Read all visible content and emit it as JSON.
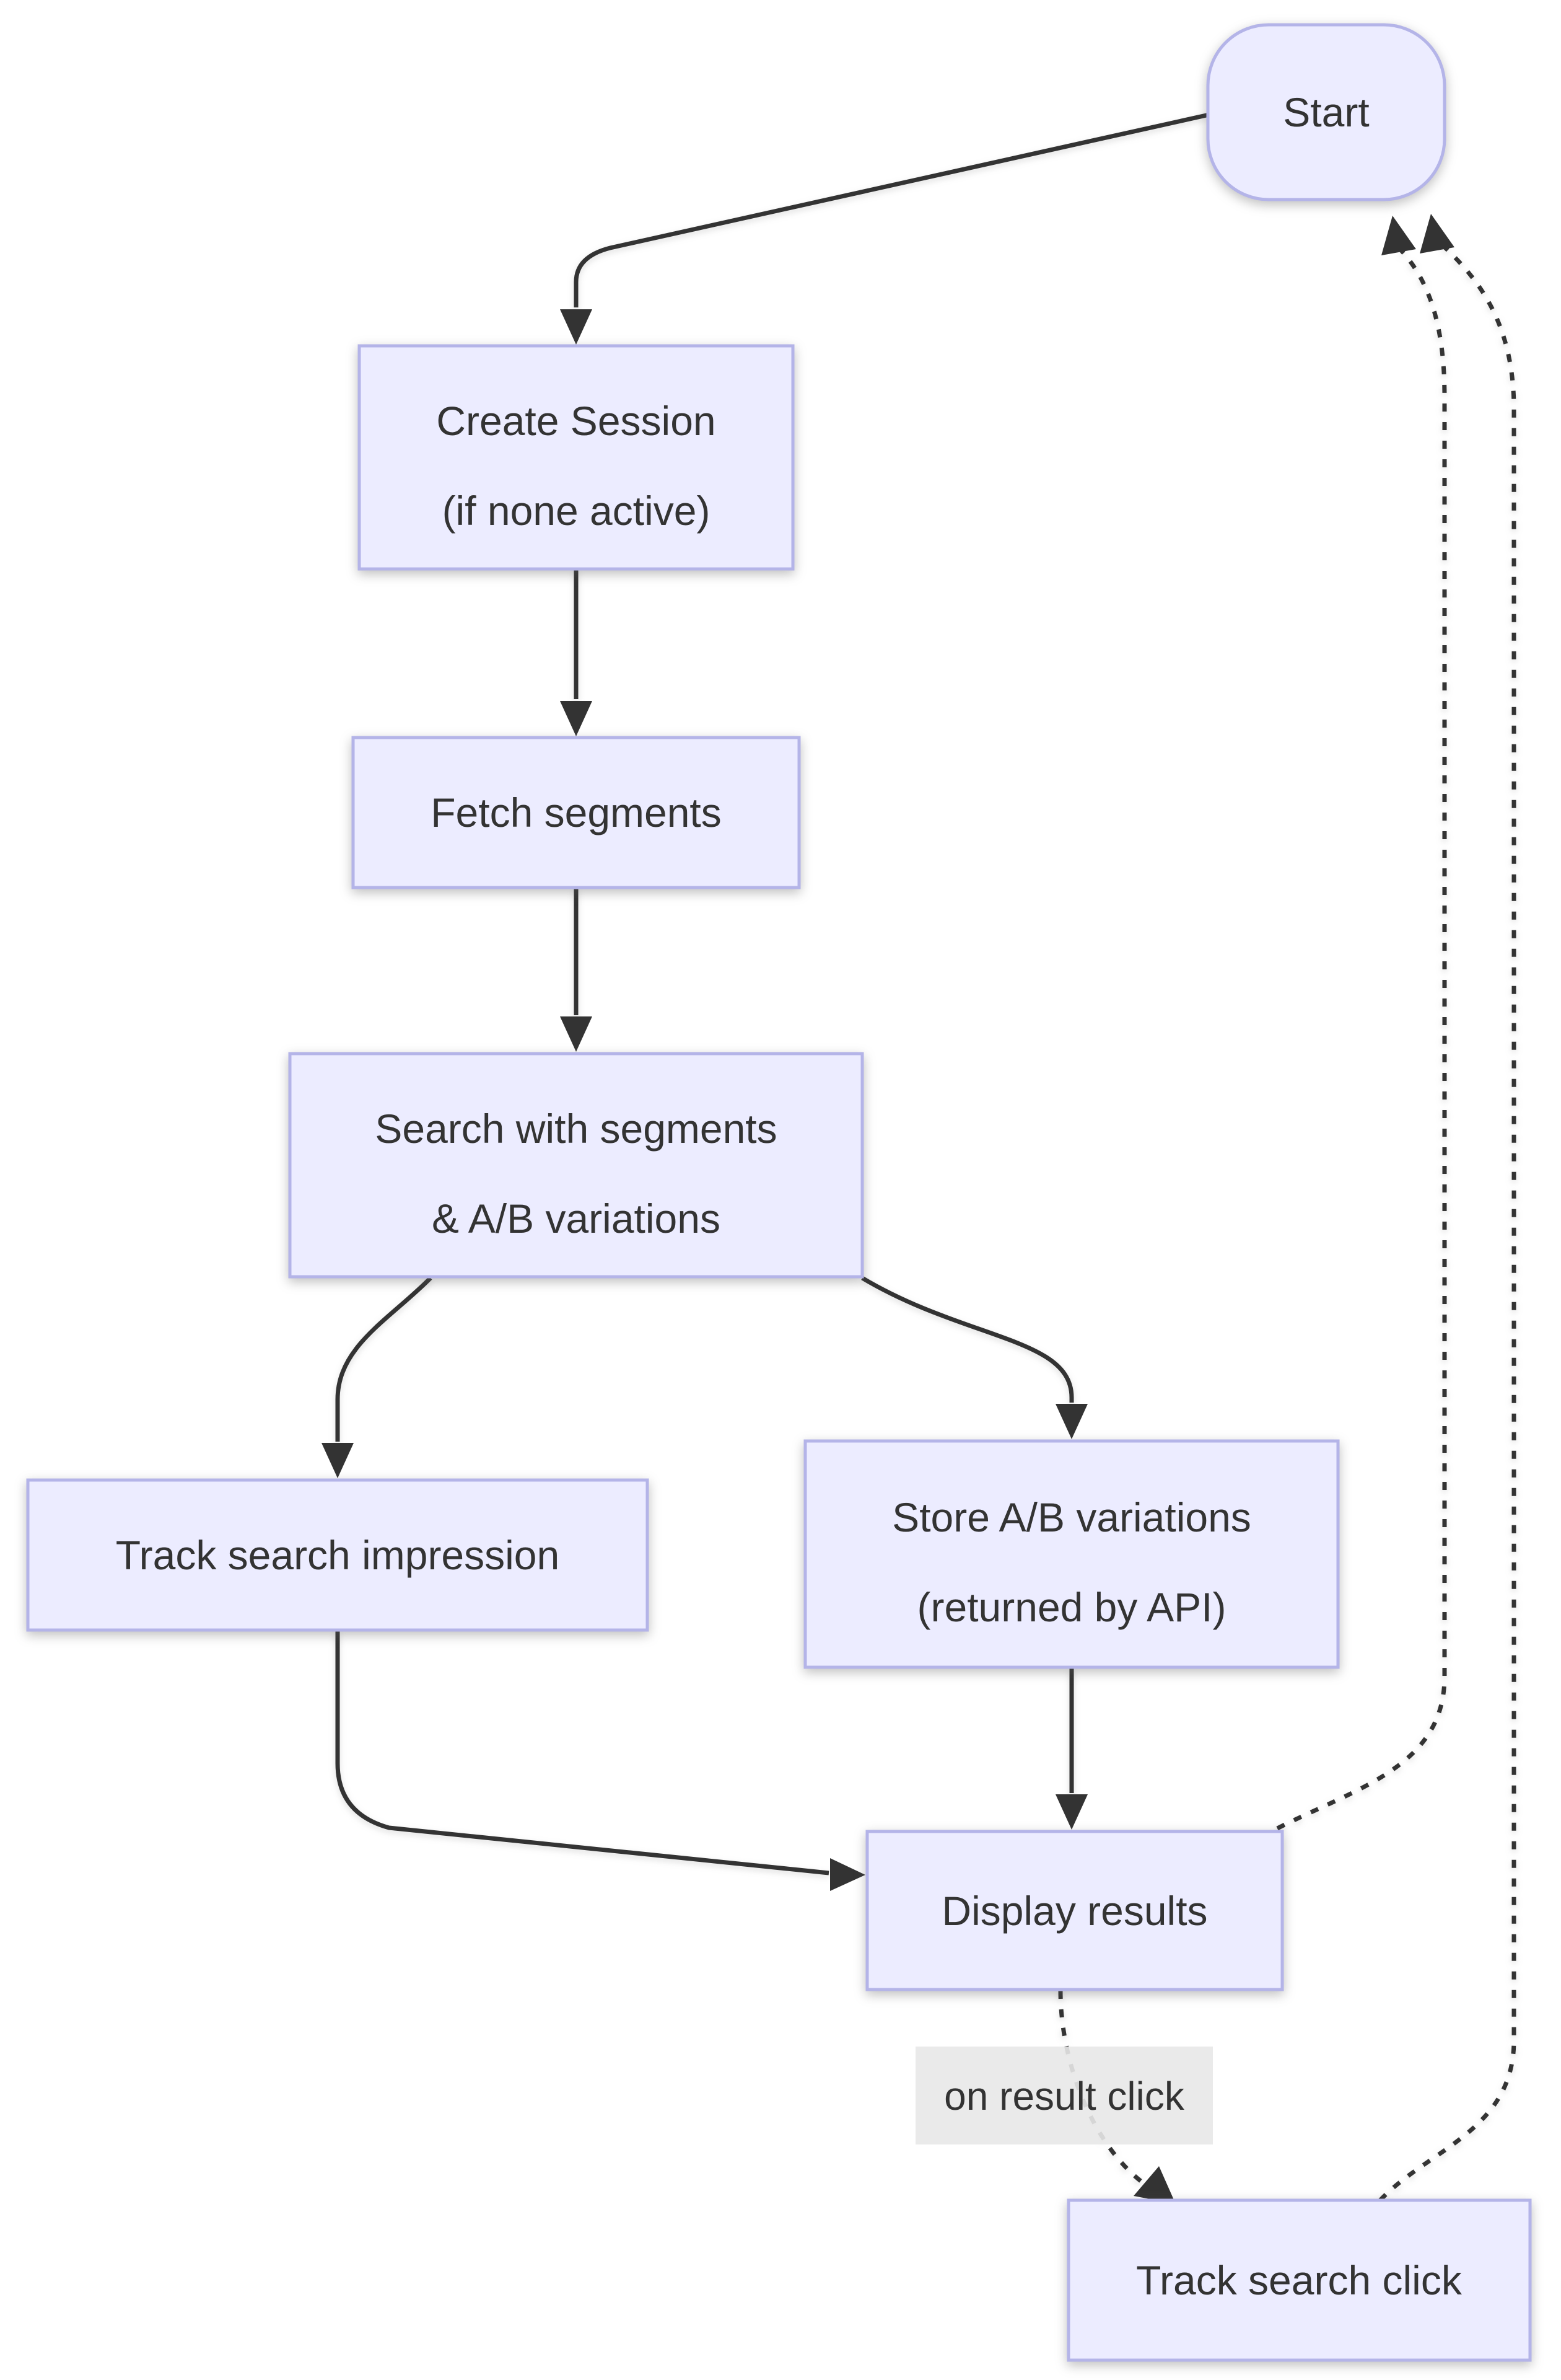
{
  "diagram": {
    "type": "flowchart",
    "direction": "top-down",
    "colors": {
      "node_fill": "#ECECFF",
      "node_border": "#B4B4E8",
      "edge": "#333333",
      "text": "#333333",
      "edge_label_bg": "#E8E8E8"
    },
    "nodes": {
      "start": {
        "label": "Start",
        "shape": "stadium"
      },
      "create_session": {
        "line1": "Create Session",
        "line2": "(if none active)",
        "shape": "rect"
      },
      "fetch_segments": {
        "label": "Fetch segments",
        "shape": "rect"
      },
      "search": {
        "line1": "Search with segments",
        "line2": "& A/B variations",
        "shape": "rect"
      },
      "track_impression": {
        "label": "Track search impression",
        "shape": "rect"
      },
      "store_variations": {
        "line1": "Store A/B variations",
        "line2": "(returned by API)",
        "shape": "rect"
      },
      "display_results": {
        "label": "Display results",
        "shape": "rect"
      },
      "track_click": {
        "label": "Track search click",
        "shape": "rect"
      }
    },
    "edge_label": {
      "on_result_click": "on result click"
    },
    "edges": [
      {
        "from": "start",
        "to": "create_session",
        "style": "solid"
      },
      {
        "from": "create_session",
        "to": "fetch_segments",
        "style": "solid"
      },
      {
        "from": "fetch_segments",
        "to": "search",
        "style": "solid"
      },
      {
        "from": "search",
        "to": "track_impression",
        "style": "solid"
      },
      {
        "from": "search",
        "to": "store_variations",
        "style": "solid"
      },
      {
        "from": "track_impression",
        "to": "display_results",
        "style": "solid"
      },
      {
        "from": "store_variations",
        "to": "display_results",
        "style": "solid"
      },
      {
        "from": "display_results",
        "to": "track_click",
        "style": "dotted",
        "label": "on result click"
      },
      {
        "from": "display_results",
        "to": "start",
        "style": "dotted"
      },
      {
        "from": "track_click",
        "to": "start",
        "style": "dotted"
      }
    ]
  }
}
